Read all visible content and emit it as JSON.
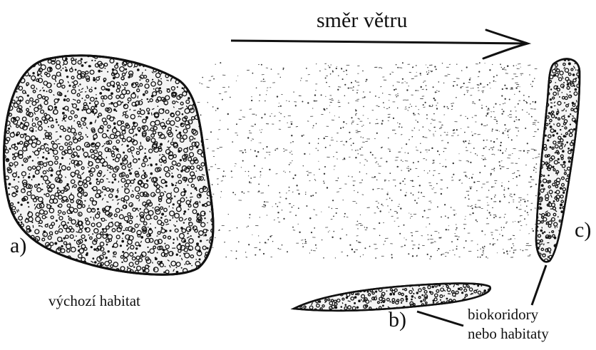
{
  "wind": {
    "label": "směr větru"
  },
  "labels": {
    "a": "a)",
    "b": "b)",
    "c": "c)",
    "source_habitat": "výchozí habitat",
    "corridor_line1": "biokoridory",
    "corridor_line2": "nebo habitaty"
  },
  "colors": {
    "ink": "#111111",
    "background": "#ffffff",
    "patch_fill": "#f4f4f4"
  }
}
